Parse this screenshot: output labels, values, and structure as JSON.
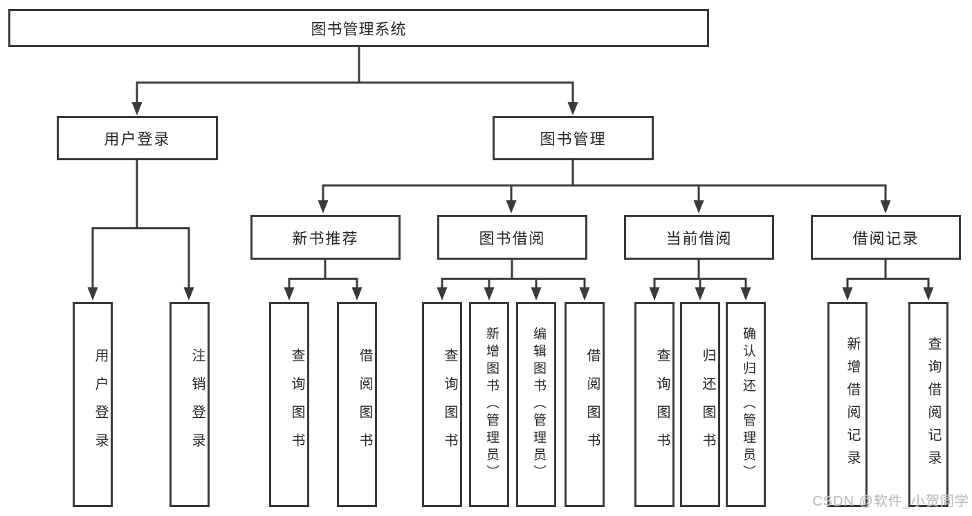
{
  "root": {
    "label": "图书管理系统"
  },
  "level1": {
    "user_login": {
      "label": "用户登录"
    },
    "book_management": {
      "label": "图书管理"
    }
  },
  "level2": {
    "new_book_recommend": {
      "label": "新书推荐"
    },
    "book_borrowing": {
      "label": "图书借阅"
    },
    "current_borrowing": {
      "label": "当前借阅"
    },
    "borrowing_records": {
      "label": "借阅记录"
    }
  },
  "leaves": {
    "user_login": [
      "用户登录",
      "注销登录"
    ],
    "new_book_recommend": [
      "查询图书",
      "借阅图书"
    ],
    "book_borrowing": [
      "查询图书",
      "新增图书（管理员）",
      "编辑图书（管理员）",
      "借阅图书"
    ],
    "current_borrowing": [
      "查询图书",
      "归还图书",
      "确认归还（管理员）"
    ],
    "borrowing_records": [
      "新增借阅记录",
      "查询借阅记录"
    ]
  },
  "watermark": "CSDN @软件_小贺同学",
  "colors": {
    "line": "#3a3a3a",
    "box_fill": "#ffffff",
    "text": "#262626",
    "watermark": "#bdbdbd"
  }
}
